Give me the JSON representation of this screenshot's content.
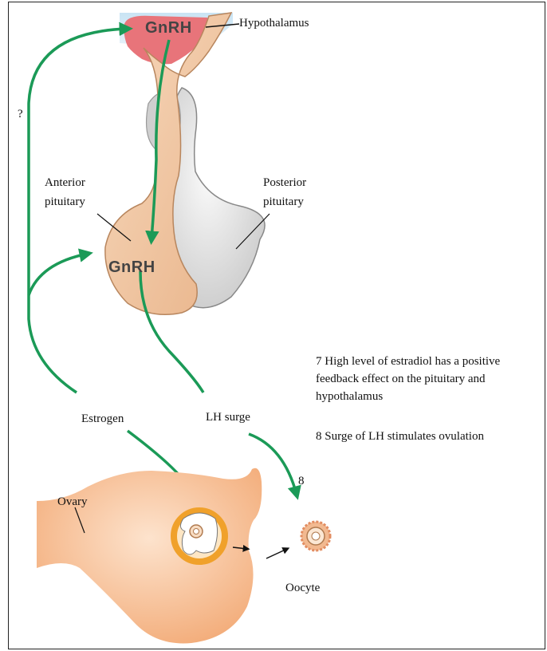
{
  "labels": {
    "hypothalamus": "Hypothalamus",
    "gnrh_top": "GnRH",
    "gnrh_pituitary": "GnRH",
    "question_mark": "?",
    "anterior_line1": "Anterior",
    "anterior_line2": "pituitary",
    "posterior_line1": "Posterior",
    "posterior_line2": "pituitary",
    "estrogen": "Estrogen",
    "lh_surge": "LH surge",
    "ovary": "Ovary",
    "oocyte": "Oocyte",
    "step8_marker": "8"
  },
  "notes": [
    {
      "number": "7",
      "text": "High level of estradiol has a positive feedback effect on the pituitary and hypothalamus"
    },
    {
      "number": "8",
      "text": "Surge of LH stimulates ovulation"
    }
  ],
  "colors": {
    "arrow_green": "#1b9a57",
    "hypothalamus_red": "#e8747a",
    "pituitary_tan": "#f0c6a2",
    "posterior_grey": "#d6d6d6",
    "ovary_orange": "#f6b98a",
    "follicle_orange": "#f0a12b"
  }
}
